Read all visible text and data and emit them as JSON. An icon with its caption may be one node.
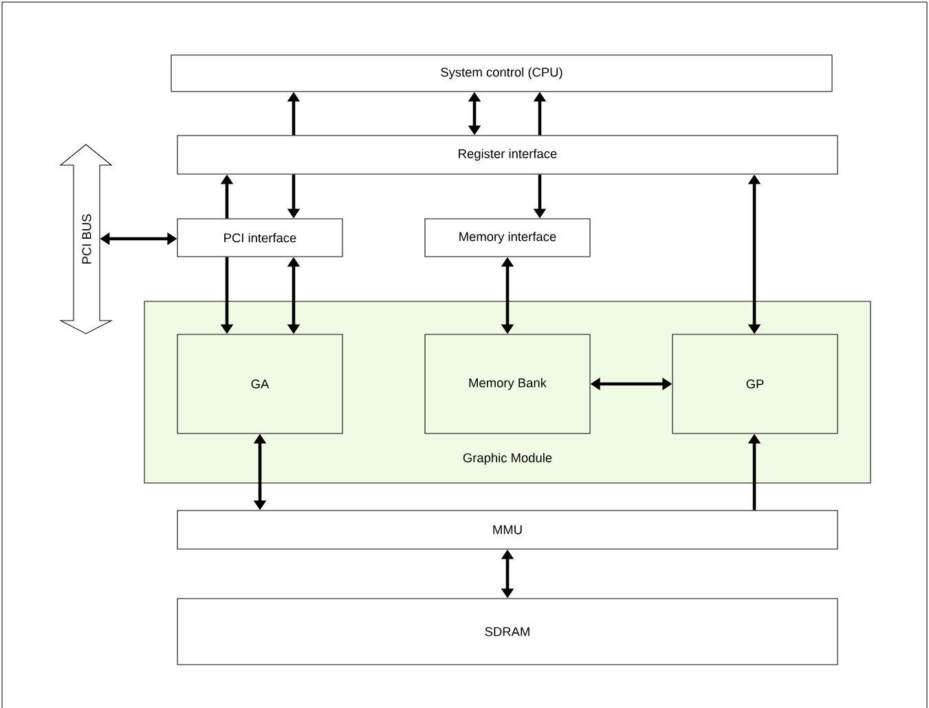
{
  "diagram": {
    "nodes": [
      {
        "text": [
          "System control (CPU)"
        ]
      },
      {
        "text": [
          "Register interface"
        ]
      },
      {
        "text": [
          "PCI BUS"
        ]
      },
      {
        "text": [
          "PCI interface"
        ]
      },
      {
        "text": [
          "Memory interface"
        ]
      },
      {
        "text": [
          "Graphic Module"
        ]
      },
      {
        "text": [
          "GA"
        ],
        "in": 5
      },
      {
        "text": [
          "Memory Bank"
        ],
        "in": 5
      },
      {
        "text": [
          "GP"
        ],
        "in": 5
      },
      {
        "text": [
          "MMU"
        ]
      },
      {
        "text": [
          "SDRAM"
        ]
      }
    ],
    "edges": [
      {
        "from": 1,
        "to": 0,
        "arrow": "to"
      },
      {
        "from": 1,
        "to": 0,
        "arrow": "both"
      },
      {
        "from": 1,
        "to": 0,
        "arrow": "to"
      },
      {
        "from": 3,
        "to": 1,
        "arrow": "to"
      },
      {
        "from": 1,
        "to": 3,
        "arrow": "to"
      },
      {
        "from": 1,
        "to": 4,
        "arrow": "to"
      },
      {
        "from": 1,
        "to": 8,
        "arrow": "both"
      },
      {
        "from": 2,
        "to": 3,
        "arrow": "both"
      },
      {
        "from": 3,
        "to": 6,
        "arrow": "to"
      },
      {
        "from": 3,
        "to": 6,
        "arrow": "both"
      },
      {
        "from": 4,
        "to": 7,
        "arrow": "both"
      },
      {
        "from": 7,
        "to": 8,
        "arrow": "both"
      },
      {
        "from": 6,
        "to": 9,
        "arrow": "both"
      },
      {
        "from": 9,
        "to": 8,
        "arrow": "to"
      },
      {
        "from": 9,
        "to": 10,
        "arrow": "both"
      }
    ]
  }
}
